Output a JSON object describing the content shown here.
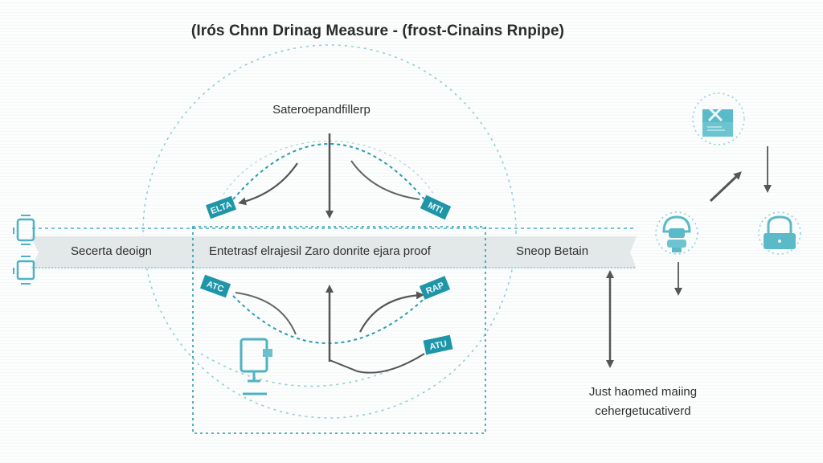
{
  "title": "(Irós Chnn Drinag Measure - (frost-Cinains Rnpipe)",
  "top_node": {
    "label": "Sateroepandfillerp"
  },
  "band": {
    "left_label": "Secerta deoign",
    "center_label": "Entetrasf elrajesil Zaro donrite ejara proof",
    "right_label": "Sneop Betain"
  },
  "tags": {
    "upper_left": "ELTA",
    "upper_right": "MTI",
    "lower_left": "ATC",
    "lower_right": "RAP",
    "bottom_right": "ATU"
  },
  "note": {
    "line1": "Just haomed maiing",
    "line2": "cehergetucativerd"
  },
  "icons": {
    "left_top": "device-icon",
    "left_bottom": "device-icon",
    "monitor": "monitor-icon",
    "toolbox": "toolbox-icon",
    "helmet": "helmet-icon",
    "lock": "lock-icon"
  },
  "colors": {
    "accent": "#1f95a8",
    "accent_light": "#5bbac8",
    "band": "#e3e8e9",
    "arrow": "#555555",
    "text": "#2d2d2d"
  }
}
